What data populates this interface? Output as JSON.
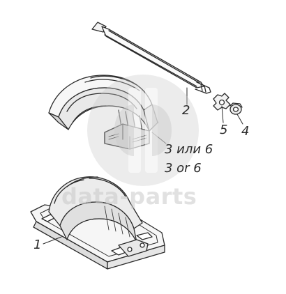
{
  "callouts": {
    "part_1": "1",
    "part_2": "2",
    "part_4": "4",
    "part_5": "5",
    "part_3_ru": "3 или 6",
    "part_3_en": "3 or 6"
  },
  "watermark": {
    "text": "data-parts",
    "logo_icon": "dp-logo-icon"
  },
  "colors": {
    "ink": "#2a2a2a",
    "watermark": "#c9c9c9",
    "background": "#ffffff"
  }
}
